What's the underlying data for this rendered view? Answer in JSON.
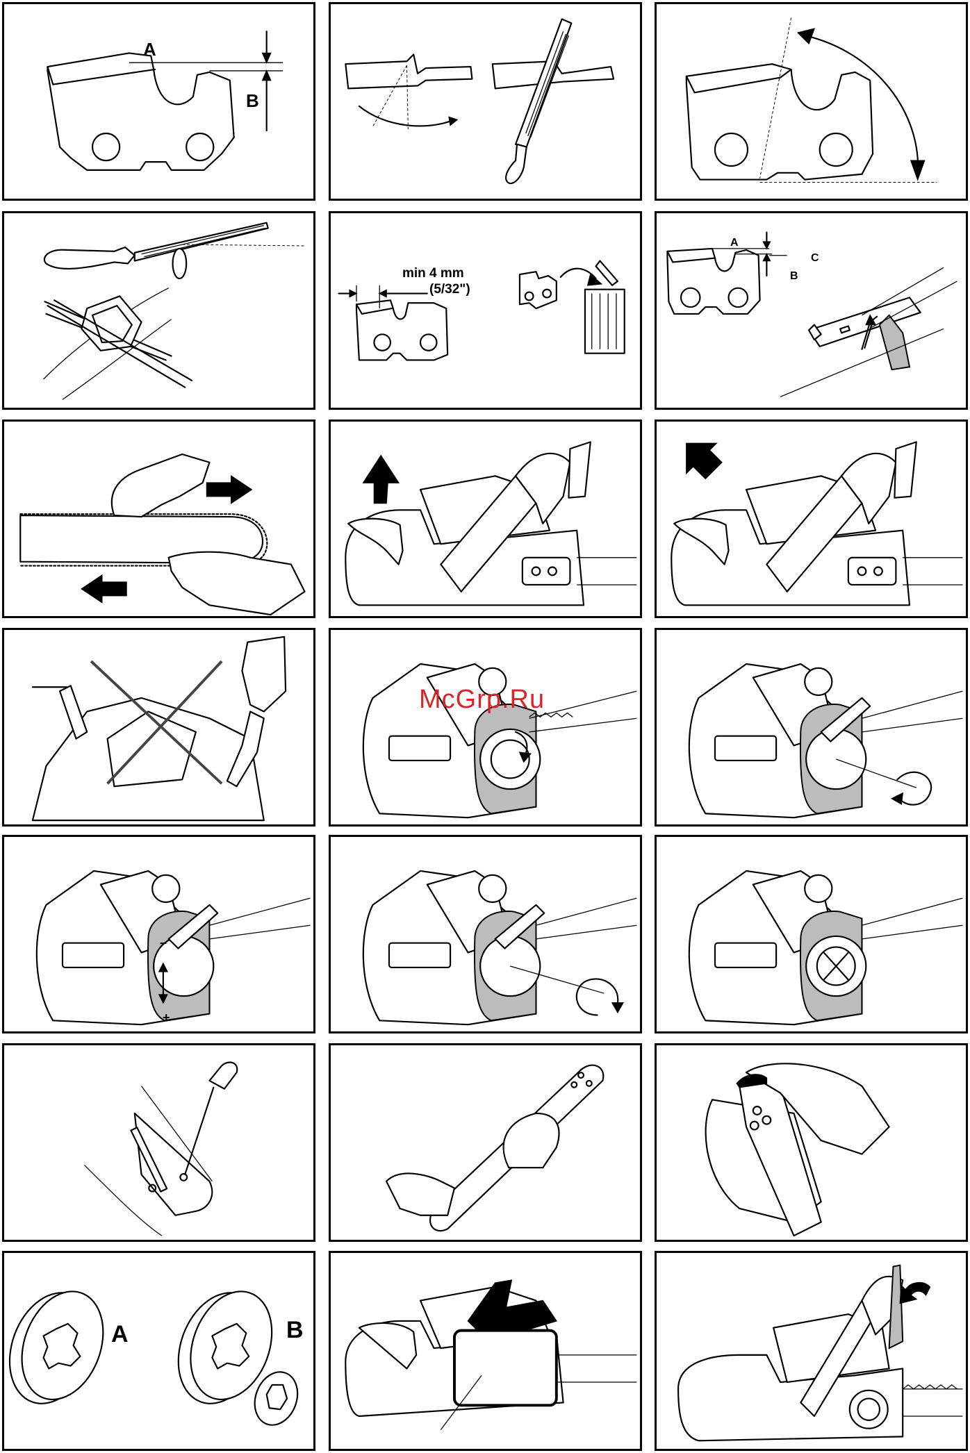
{
  "labels": {
    "p1_a": "A",
    "p1_b": "B",
    "p5_min": "min 4 mm",
    "p5_inch": "(5/32\")",
    "p6_a": "A",
    "p6_b": "B",
    "p6_c": "C",
    "p13_minus": "–",
    "p13_plus": "+",
    "p19_a": "A",
    "p19_b": "B"
  },
  "watermark": "McGrp.Ru",
  "colors": {
    "border": "#000000",
    "watermark": "#d8252a",
    "fill_gray": "#bcbcbc"
  }
}
